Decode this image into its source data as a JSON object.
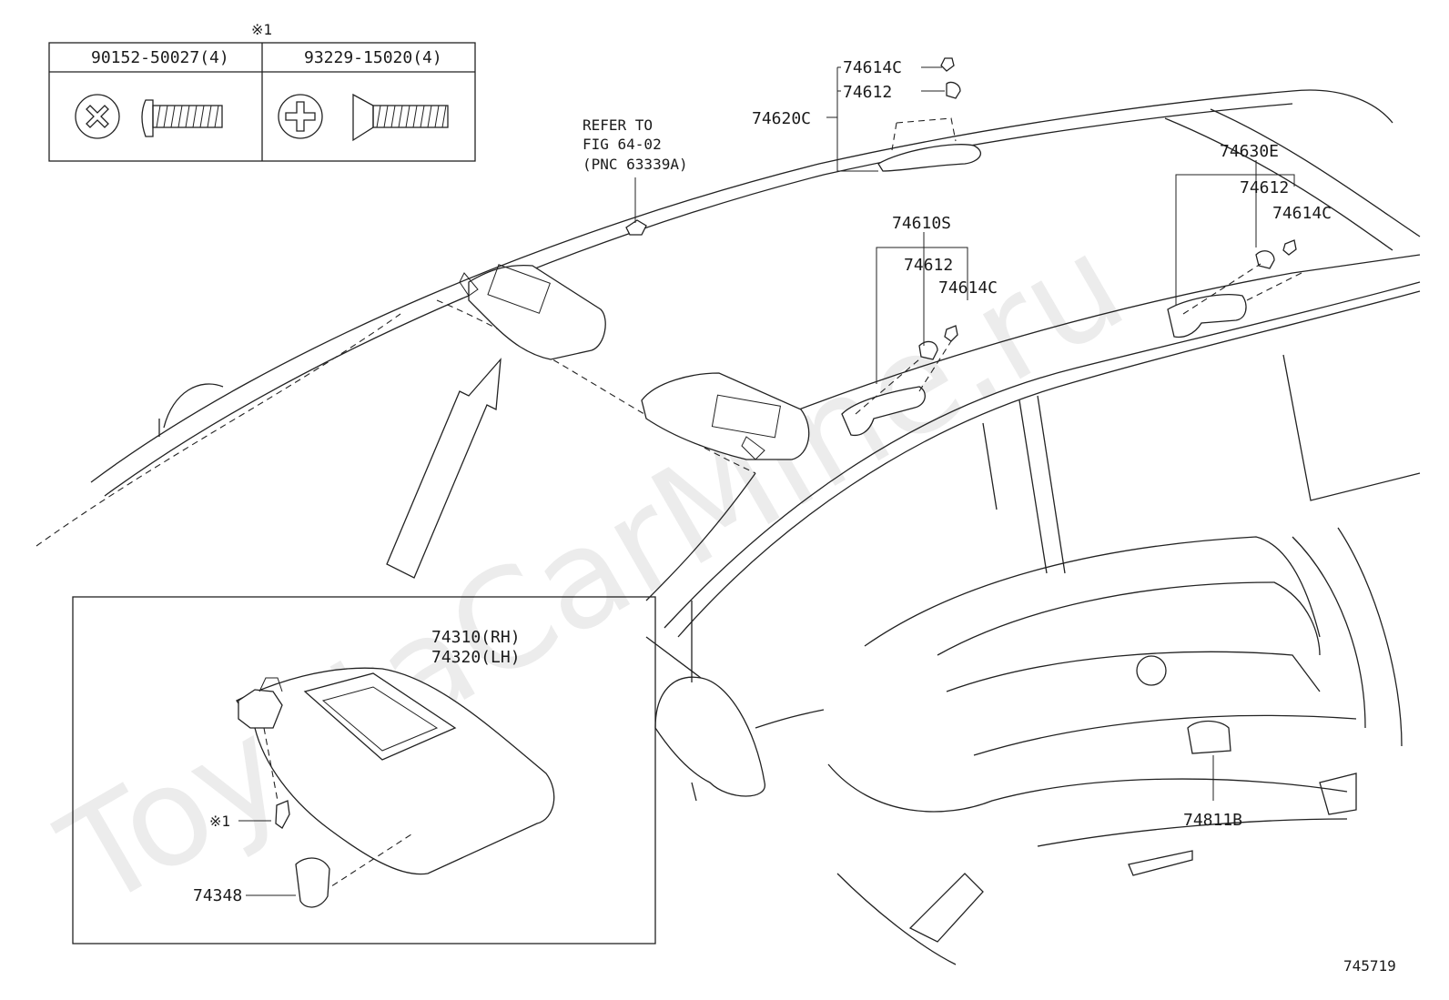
{
  "fastener_table": {
    "note_mark": "※1",
    "col1_part": "90152-50027(4)",
    "col2_part": "93229-15020(4)"
  },
  "refer": {
    "line1": "REFER TO",
    "line2": "FIG 64-02",
    "line3": "(PNC 63339A)"
  },
  "labels": {
    "p74614c_top": "74614C",
    "p74612_top": "74612",
    "p74620c": "74620C",
    "p74630e": "74630E",
    "p74612_right": "74612",
    "p74614c_right": "74614C",
    "p74610s": "74610S",
    "p74612_mid": "74612",
    "p74614c_mid": "74614C",
    "p74310": "74310(RH)",
    "p74320": "74320(LH)",
    "note_screw": "※1",
    "p74348": "74348",
    "p74811b": "74811B"
  },
  "watermark": "ToyotaCarMine.ru",
  "figure_number": "745719"
}
